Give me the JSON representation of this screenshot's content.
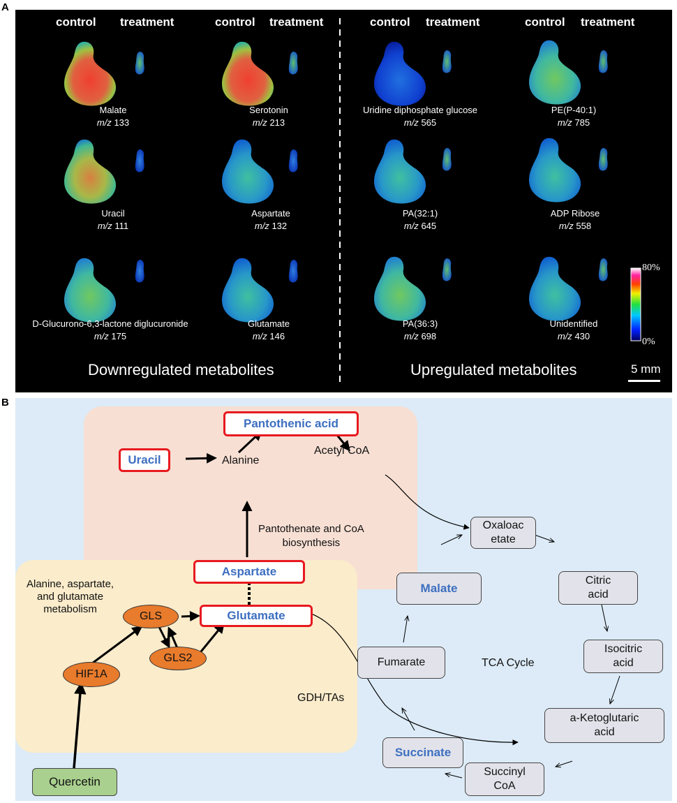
{
  "panel_a": {
    "letter": "A",
    "column_headers": [
      "control",
      "treatment",
      "control",
      "treatment",
      "control",
      "treatment",
      "control",
      "treatment"
    ],
    "metabolites": [
      {
        "name": "Malate",
        "mz": "133"
      },
      {
        "name": "Serotonin",
        "mz": "213"
      },
      {
        "name": "Uridine diphosphate glucose",
        "mz": "565"
      },
      {
        "name": "PE(P-40:1)",
        "mz": "785"
      },
      {
        "name": "Uracil",
        "mz": "111"
      },
      {
        "name": "Aspartate",
        "mz": "132"
      },
      {
        "name": "PA(32:1)",
        "mz": "645"
      },
      {
        "name": "ADP Ribose",
        "mz": "558"
      },
      {
        "name": "D-Glucurono-6,3-lactone diglucuronide",
        "mz": "175"
      },
      {
        "name": "Glutamate",
        "mz": "146"
      },
      {
        "name": "PA(36:3)",
        "mz": "698"
      },
      {
        "name": "Unidentified",
        "mz": "430"
      }
    ],
    "mz_prefix": "m/z",
    "down_caption": "Downregulated metabolites",
    "up_caption": "Upregulated metabolites",
    "colorbar_max": "80%",
    "colorbar_min": "0%",
    "scale_bar": "5 mm",
    "colors": {
      "background": "#000000"
    }
  },
  "panel_b": {
    "letter": "B",
    "pantothenic": "Pantothenic acid",
    "uracil": "Uracil",
    "alanine": "Alanine",
    "acetyl_coa": "Acetyl CoA",
    "pantothenate_l1": "Pantothenate and CoA",
    "pantothenate_l2": "biosynthesis",
    "aspartate": "Aspartate",
    "glutamate": "Glutamate",
    "ala_meta_l1": "Alanine, aspartate,",
    "ala_meta_l2": "and glutamate",
    "ala_meta_l3": "metabolism",
    "gls": "GLS",
    "gls2": "GLS2",
    "hif1a": "HIF1A",
    "quercetin": "Quercetin",
    "gdh": "GDH/TAs",
    "tca_cycle": "TCA Cycle",
    "oxaloacetate_l1": "Oxaloac",
    "oxaloacetate_l2": "etate",
    "citric_l1": "Citric",
    "citric_l2": "acid",
    "isocitric_l1": "Isocitric",
    "isocitric_l2": "acid",
    "akg_l1": "a-Ketoglutaric",
    "akg_l2": "acid",
    "succinyl_l1": "Succinyl",
    "succinyl_l2": "CoA",
    "succinate": "Succinate",
    "fumarate": "Fumarate",
    "malate": "Malate",
    "colors": {
      "background": "#dcebf7",
      "peach_region": "#f7dfd3",
      "yellow_region": "#fbeccb",
      "red_outline": "#e8191f",
      "highlight_text": "#3d6fc0",
      "enzyme_orange": "#e87b2c",
      "quercetin_green": "#a9d08e"
    }
  }
}
